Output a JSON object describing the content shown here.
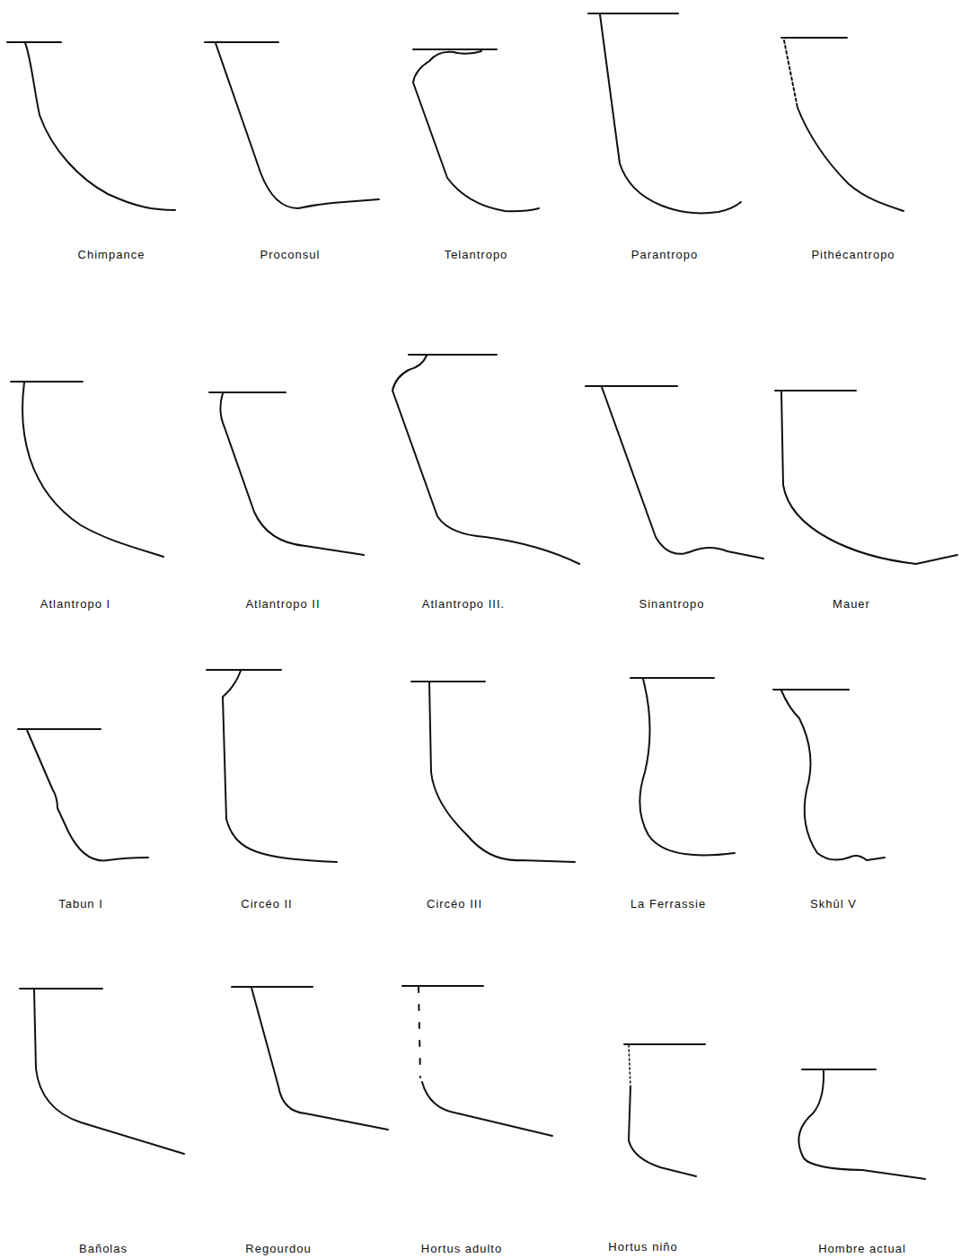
{
  "diagram": {
    "labels": [
      "Chimpance",
      "Proconsul",
      "Telantropo",
      "Parantropo",
      "Pithécantropo",
      "Atlantropo I",
      "Atlantropo II",
      "Atlantropo III.",
      "Sinantropo",
      "Mauer",
      "Tabun I",
      "Circéo II",
      "Circéo III",
      "La Ferrassie",
      "Skhūl V",
      "Bañolas",
      "Regourdou",
      "Hortus adulto",
      "Hortus niño",
      "Hombre actual"
    ]
  }
}
